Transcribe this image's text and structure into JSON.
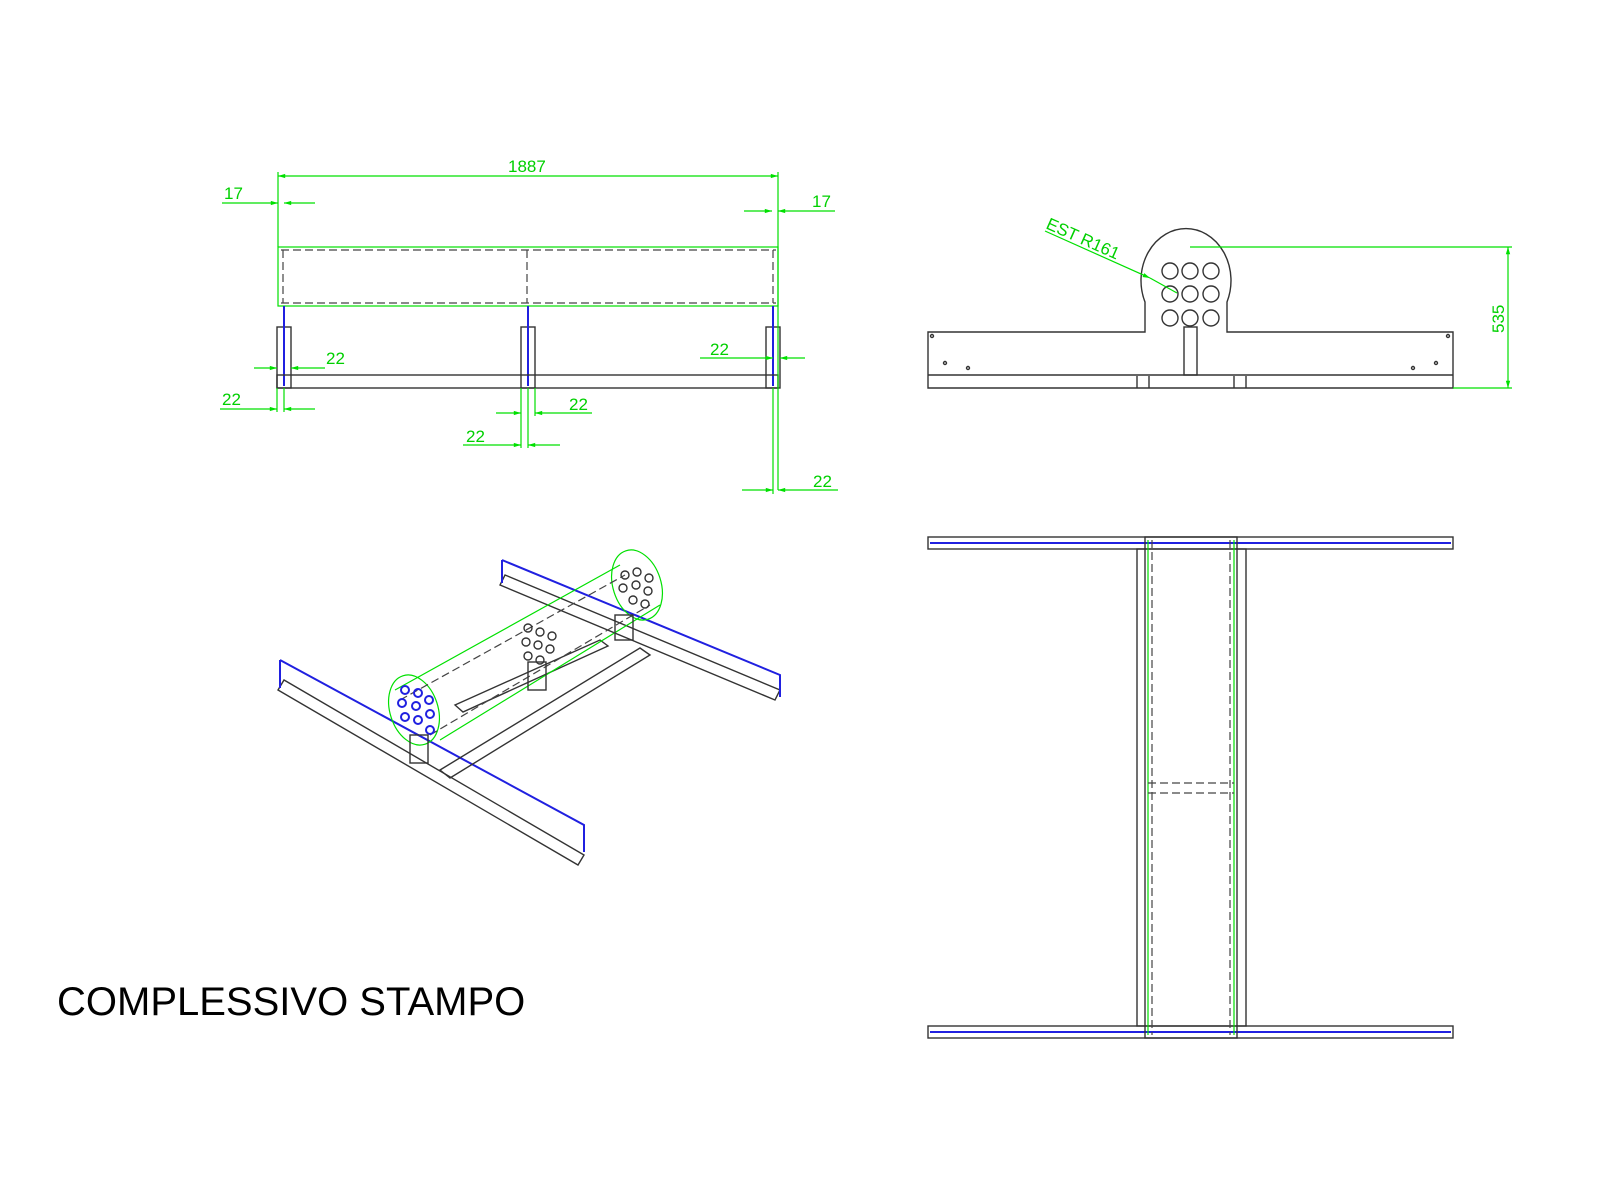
{
  "title": "COMPLESSIVO STAMPO",
  "front_view": {
    "overall_length": "1887",
    "left_offset": "17",
    "right_offset": "17",
    "leg_dims": [
      "22",
      "22",
      "22",
      "22",
      "22",
      "22"
    ]
  },
  "side_view": {
    "radius_label": "EST R161",
    "height": "535"
  },
  "colors": {
    "dimension": "#00e000",
    "outline": "#333333",
    "highlight": "#2020e0"
  }
}
